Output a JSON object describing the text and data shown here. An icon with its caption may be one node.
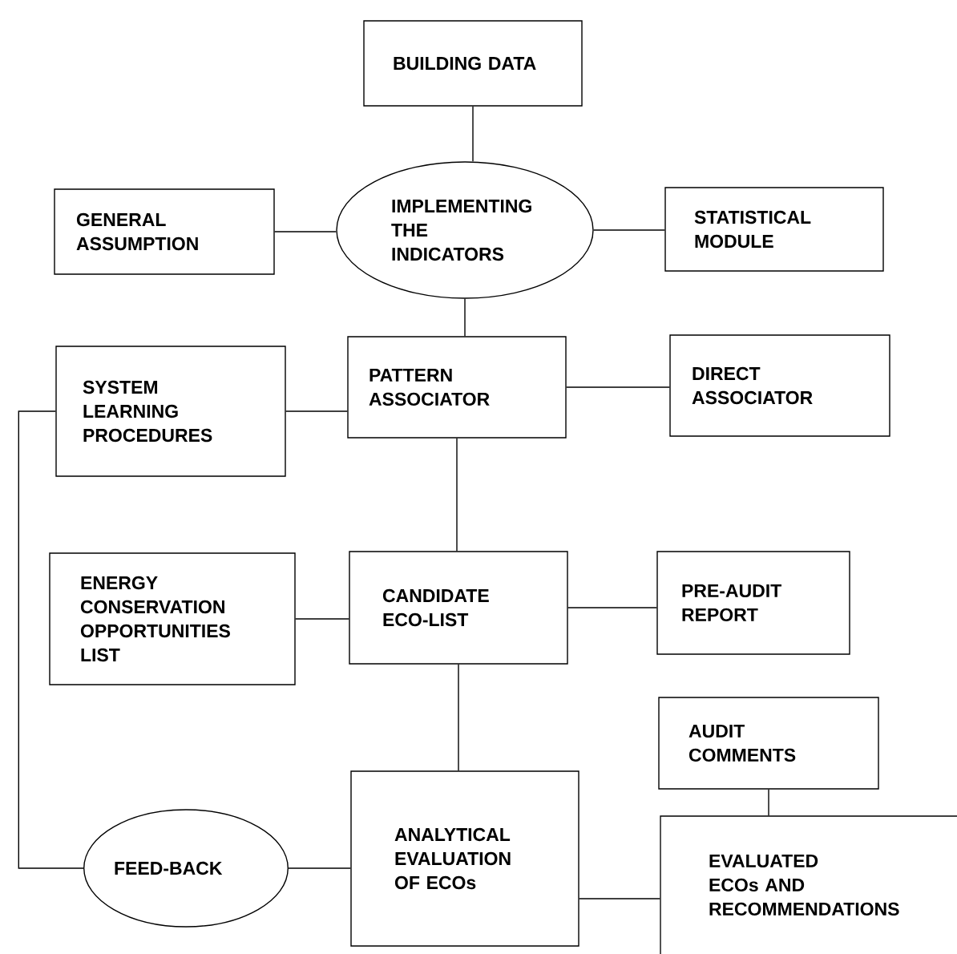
{
  "diagram": {
    "nodes": [
      {
        "text": [
          "BUILDING DATA"
        ]
      },
      {
        "text": [
          "IMPLEMENTING THE INDICATORS"
        ]
      },
      {
        "text": [
          "GENERAL ASSUMPTION"
        ]
      },
      {
        "text": [
          "STATISTICAL MODULE"
        ]
      },
      {
        "text": [
          "SYSTEM LEARNING PROCEDURES"
        ]
      },
      {
        "text": [
          "PATTERN ASSOCIATOR"
        ]
      },
      {
        "text": [
          "DIRECT ASSOCIATOR"
        ]
      },
      {
        "text": [
          "ENERGY CONSERVATION OPPORTUNITIES LIST"
        ]
      },
      {
        "text": [
          "CANDIDATE ECO-LIST"
        ]
      },
      {
        "text": [
          "PRE-AUDIT REPORT"
        ]
      },
      {
        "text": [
          "AUDIT COMMENTS"
        ]
      },
      {
        "text": [
          "FEED-BACK"
        ]
      },
      {
        "text": [
          "ANALYTICAL EVALUATION OF ECOs"
        ]
      },
      {
        "text": [
          "EVALUATED ECOs AND RECOMMENDATIONS"
        ]
      }
    ],
    "edges": [
      {
        "from": 0,
        "to": 1,
        "arrow": "none"
      },
      {
        "from": 2,
        "to": 1,
        "arrow": "none"
      },
      {
        "from": 1,
        "to": 3,
        "arrow": "none"
      },
      {
        "from": 1,
        "to": 5,
        "arrow": "none"
      },
      {
        "from": 4,
        "to": 5,
        "arrow": "none"
      },
      {
        "from": 5,
        "to": 6,
        "arrow": "none"
      },
      {
        "from": 5,
        "to": 8,
        "arrow": "none"
      },
      {
        "from": 7,
        "to": 8,
        "arrow": "none"
      },
      {
        "from": 8,
        "to": 9,
        "arrow": "none"
      },
      {
        "from": 8,
        "to": 12,
        "arrow": "none"
      },
      {
        "from": 4,
        "to": 11,
        "arrow": "none"
      },
      {
        "from": 11,
        "to": 12,
        "arrow": "none"
      },
      {
        "from": 12,
        "to": 13,
        "arrow": "none"
      },
      {
        "from": 10,
        "to": 13,
        "arrow": "none"
      }
    ]
  }
}
